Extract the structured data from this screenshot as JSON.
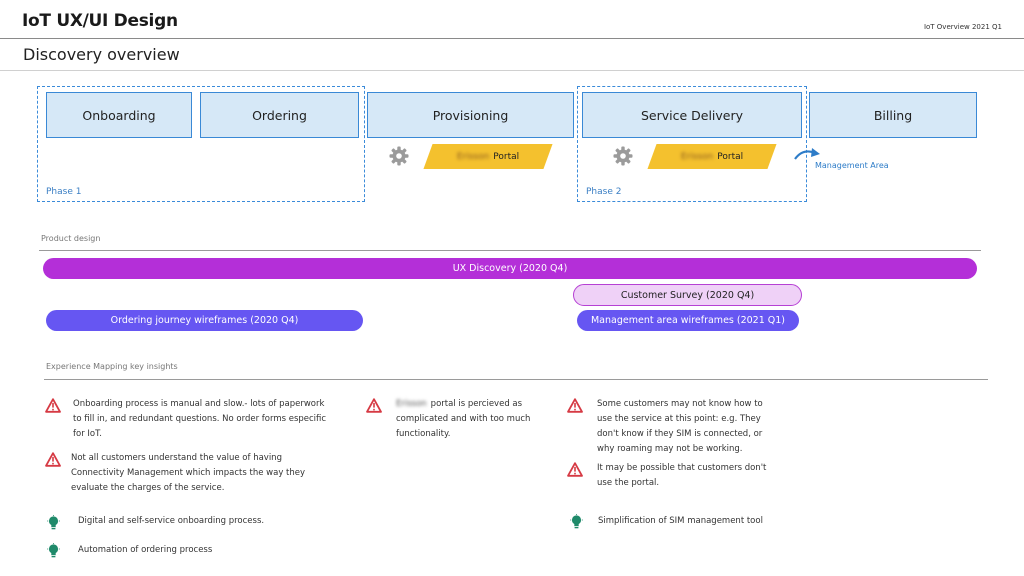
{
  "header": {
    "title": "IoT UX/UI Design",
    "page_ref": "IoT Overview 2021 Q1",
    "subtitle": "Discovery overview"
  },
  "stages": [
    "Onboarding",
    "Ordering",
    "Provisioning",
    "Service Delivery",
    "Billing"
  ],
  "phases": [
    "Phase 1",
    "Phase 2"
  ],
  "portals": [
    {
      "brand": "Erisson",
      "label": "Portal"
    },
    {
      "brand": "Erisson",
      "label": "Portal"
    }
  ],
  "management_area": "Management Area",
  "product_design": {
    "label": "Product design",
    "bars": [
      "UX Discovery (2020 Q4)",
      "Customer Survey (2020 Q4)",
      "Ordering journey wireframes (2020 Q4)",
      "Management area wireframes (2021 Q1)"
    ]
  },
  "insights": {
    "label": "Experience Mapping key insights",
    "warnings": [
      {
        "lines": [
          "Onboarding process is manual and slow.- lots of paperwork",
          "to fill in, and redundant questions. No order forms especific",
          "for IoT."
        ]
      },
      {
        "lines": [
          "Not all customers understand the value of having",
          "Connectivity Management which impacts the way they",
          "evaluate the charges of the service."
        ]
      },
      {
        "brand": "Erisson",
        "lines": [
          "portal is percieved as",
          "complicated and with too much",
          "functionality."
        ]
      },
      {
        "lines": [
          "Some customers may not know how to",
          "use the service at this point: e.g. They",
          "don't know if they SIM is connected, or",
          "why roaming may not be working."
        ]
      },
      {
        "lines": [
          "It may be possible that customers don't",
          "use the portal."
        ]
      }
    ],
    "ideas": [
      "Digital and self-service onboarding process.",
      "Automation of ordering process",
      "Simplification of SIM management tool"
    ]
  },
  "colors": {
    "stage_fill": "#d6e8f7",
    "stage_border": "#3a89d6",
    "portal": "#f4c12e",
    "ux_bar": "#b42fd8",
    "survey_fill": "#efd1f7",
    "wireframe_bar": "#6656f2",
    "warning": "#d63a44",
    "idea": "#1f8a6a"
  }
}
